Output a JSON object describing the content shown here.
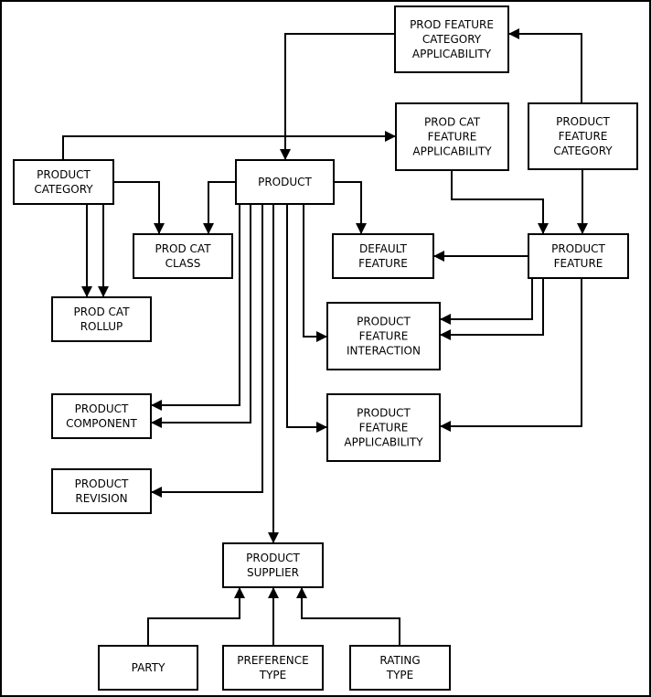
{
  "diagram": {
    "colors": {
      "line": "#000000",
      "box_fill": "#ffffff",
      "background": "#ffffff"
    },
    "entities": {
      "pfca": {
        "lines": [
          "PROD FEATURE",
          "CATEGORY",
          "APPLICABILITY"
        ]
      },
      "pcfa": {
        "lines": [
          "PROD CAT",
          "FEATURE",
          "APPLICABILITY"
        ]
      },
      "pfcat": {
        "lines": [
          "PRODUCT",
          "FEATURE",
          "CATEGORY"
        ]
      },
      "pcat": {
        "lines": [
          "PRODUCT",
          "CATEGORY"
        ]
      },
      "product": {
        "lines": [
          "PRODUCT"
        ]
      },
      "pcclass": {
        "lines": [
          "PROD CAT",
          "CLASS"
        ]
      },
      "deffeat": {
        "lines": [
          "DEFAULT",
          "FEATURE"
        ]
      },
      "pfeat": {
        "lines": [
          "PRODUCT",
          "FEATURE"
        ]
      },
      "pcroll": {
        "lines": [
          "PROD CAT",
          "ROLLUP"
        ]
      },
      "pfint": {
        "lines": [
          "PRODUCT",
          "FEATURE",
          "INTERACTION"
        ]
      },
      "pcomp": {
        "lines": [
          "PRODUCT",
          "COMPONENT"
        ]
      },
      "pfapp": {
        "lines": [
          "PRODUCT",
          "FEATURE",
          "APPLICABILITY"
        ]
      },
      "prev": {
        "lines": [
          "PRODUCT",
          "REVISION"
        ]
      },
      "psup": {
        "lines": [
          "PRODUCT",
          "SUPPLIER"
        ]
      },
      "party": {
        "lines": [
          "PARTY"
        ]
      },
      "preft": {
        "lines": [
          "PREFERENCE",
          "TYPE"
        ]
      },
      "ratet": {
        "lines": [
          "RATING",
          "TYPE"
        ]
      }
    }
  }
}
